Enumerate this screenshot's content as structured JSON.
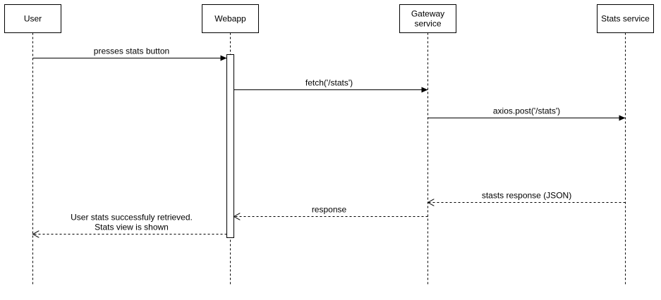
{
  "participants": [
    {
      "id": "user",
      "lines": [
        "User"
      ]
    },
    {
      "id": "webapp",
      "lines": [
        "Webapp"
      ]
    },
    {
      "id": "gateway",
      "lines": [
        "Gateway",
        "service"
      ]
    },
    {
      "id": "stats",
      "lines": [
        "Stats service"
      ]
    }
  ],
  "messages": [
    {
      "id": "presses-stats-button",
      "from": "user",
      "to": "webapp",
      "style": "solid",
      "lines": [
        "presses stats button"
      ]
    },
    {
      "id": "fetch-stats",
      "from": "webapp",
      "to": "gateway",
      "style": "solid",
      "lines": [
        "fetch('/stats')"
      ]
    },
    {
      "id": "axios-post-stats",
      "from": "gateway",
      "to": "stats",
      "style": "solid",
      "lines": [
        "axios.post('/stats')"
      ]
    },
    {
      "id": "stats-response-json",
      "from": "stats",
      "to": "gateway",
      "style": "dashed",
      "lines": [
        "stasts response (JSON)"
      ]
    },
    {
      "id": "response",
      "from": "gateway",
      "to": "webapp",
      "style": "dashed",
      "lines": [
        "response"
      ]
    },
    {
      "id": "user-stats-retrieved",
      "from": "webapp",
      "to": "user",
      "style": "dashed",
      "lines": [
        "User stats successfuly retrieved.",
        "Stats view is shown"
      ]
    }
  ],
  "activations": [
    {
      "participant": "webapp"
    }
  ]
}
